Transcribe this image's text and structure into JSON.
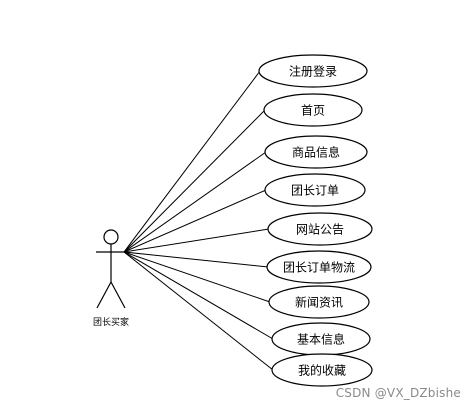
{
  "diagram": {
    "actor": {
      "label": "团长买家"
    },
    "use_cases": [
      {
        "label": "注册登录"
      },
      {
        "label": "首页"
      },
      {
        "label": "商品信息"
      },
      {
        "label": "团长订单"
      },
      {
        "label": "网站公告"
      },
      {
        "label": "团长订单物流"
      },
      {
        "label": "新闻资讯"
      },
      {
        "label": "基本信息"
      },
      {
        "label": "我的收藏"
      }
    ],
    "colors": {
      "stroke": "#000000",
      "background": "#ffffff",
      "watermark": "#8a8a8a"
    }
  },
  "watermark": {
    "text": "CSDN @VX_DZbishe"
  }
}
